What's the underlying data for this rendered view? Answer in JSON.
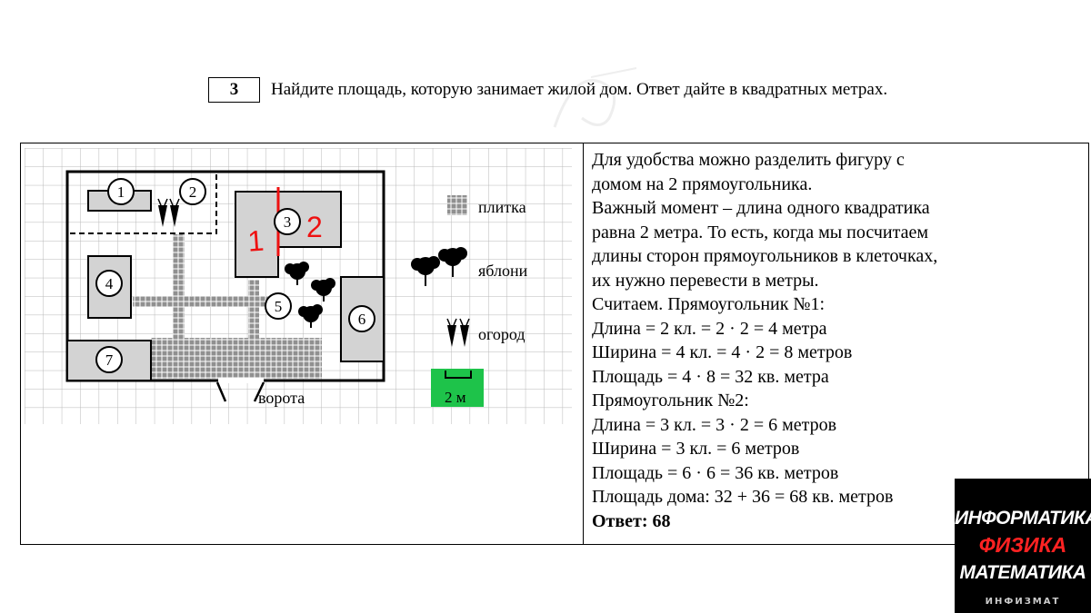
{
  "task": {
    "number": "3",
    "text": "Найдите площадь, которую занимает жилой дом. Ответ дайте в квадратных метрах."
  },
  "plan": {
    "objects": [
      "1",
      "2",
      "3",
      "4",
      "5",
      "6",
      "7"
    ],
    "gate_label": "ворота",
    "legend": {
      "tile": "плитка",
      "apple_trees": "яблони",
      "garden": "огород",
      "scale": "2 м"
    },
    "split_labels": [
      "1",
      "2"
    ]
  },
  "solution": {
    "lines": [
      "Для удобства можно разделить фигуру с домом на 2 прямоугольника.",
      "Важный момент – длина одного квадратика равна 2 метра. То есть, когда мы посчитаем длины сторон прямоугольников в клеточках, их нужно перевести в метры.",
      "Считаем. Прямоугольник №1:",
      "Длина = 2 кл. = 2 · 2 = 4 метра",
      "Ширина = 4 кл. = 4 · 2 = 8 метров",
      "Площадь = 4 · 8 = 32 кв. метра",
      "Прямоугольник №2:",
      "Длина = 3 кл. = 3 · 2 = 6 метров",
      "Ширина = 3 кл. = 6 метров",
      "Площадь = 6 · 6 = 36 кв. метров",
      "Площадь дома: 32 + 36 = 68 кв. метров"
    ],
    "answer": "Ответ: 68"
  },
  "logo": {
    "line1": "ИНФОРМАТИКА",
    "line2": "ФИЗИКА",
    "line3": "МАТЕМАТИКА",
    "line4": "ИНФИЗМАТ"
  }
}
